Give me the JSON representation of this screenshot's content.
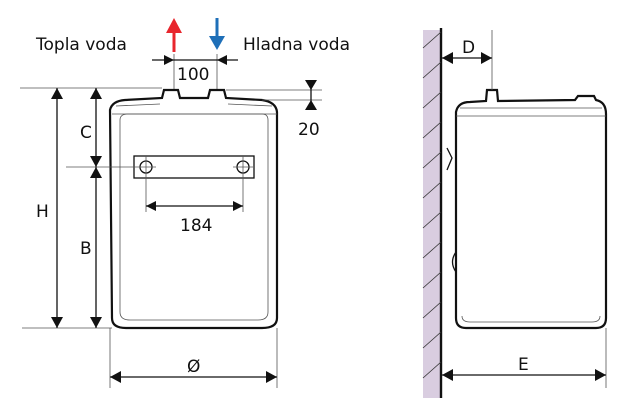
{
  "labels": {
    "hot_water": "Topla voda",
    "cold_water": "Hladna voda",
    "pipe_spacing": "100",
    "top_offset": "20",
    "mount_spacing": "184",
    "dim_c": "C",
    "dim_h": "H",
    "dim_b": "B",
    "dim_diameter": "Ø",
    "dim_d": "D",
    "dim_e": "E"
  },
  "colors": {
    "hot_arrow": "#e8262d",
    "cold_arrow": "#1e6fb8",
    "wall_fill": "#d9cde0",
    "line": "#111111"
  }
}
